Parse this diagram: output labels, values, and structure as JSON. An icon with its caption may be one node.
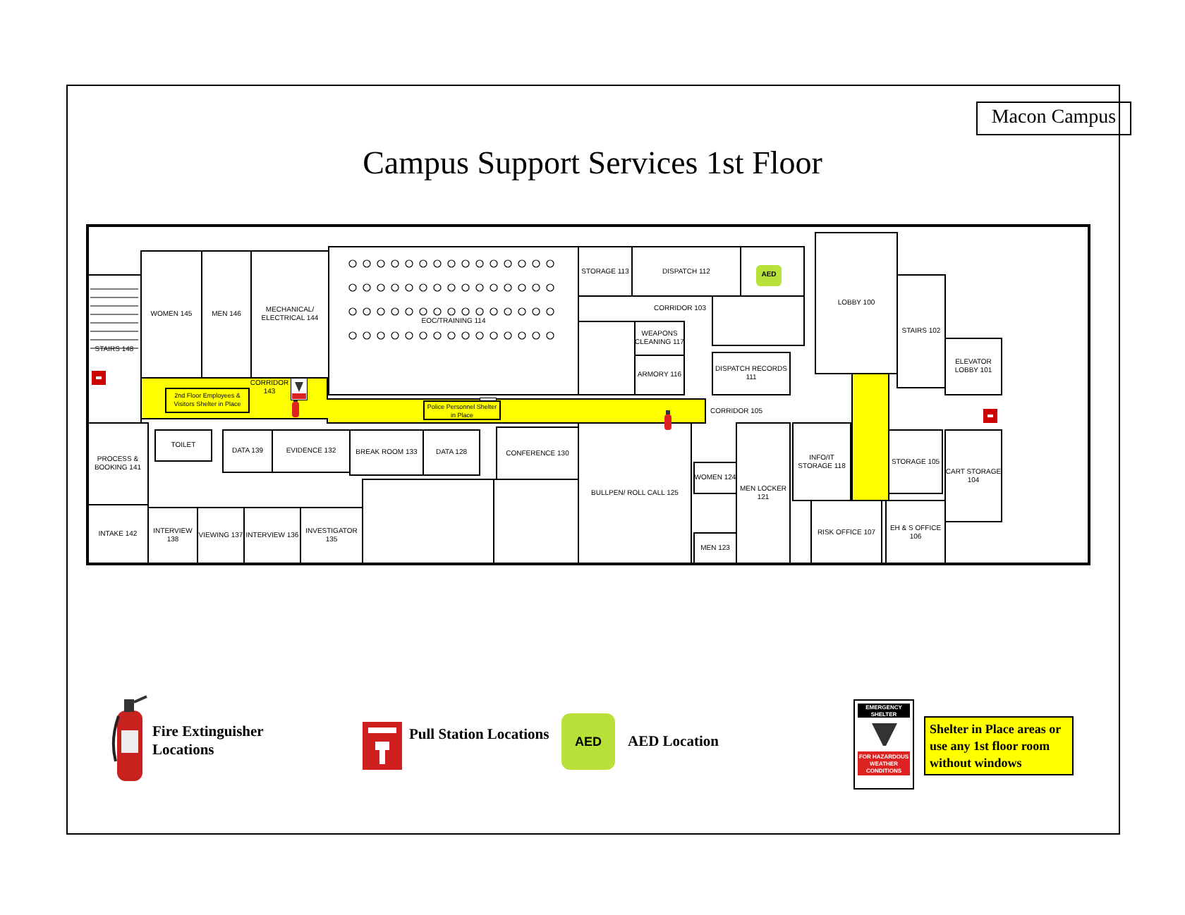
{
  "diagram": {
    "title": "Campus Support Services 1st Floor",
    "labels": [
      "Macon Campus",
      "STAIRS 148",
      "WOMEN 145",
      "MEN 146",
      "MECHANICAL/ ELECTRICAL 144",
      "CORRIDOR 143",
      "EOC/TRAINING 114",
      "STORAGE 113",
      "DISPATCH 112",
      "CORRIDOR 103",
      "ARMORY 116",
      "WEAPONS CLEANING 117",
      "DISPATCH RECORDS 111",
      "LOBBY 100",
      "STAIRS 102",
      "ELEVATOR LOBBY 101",
      "CORRIDOR 105",
      "PROCESS & BOOKING 141",
      "INTAKE 142",
      "TOILET",
      "DATA 139",
      "EVIDENCE 132",
      "BREAK ROOM 133",
      "DATA 128",
      "CONFERENCE 130",
      "INTERVIEW 138",
      "VIEWING 137",
      "INTERVIEW 136",
      "INVESTIGATOR 135",
      "BULLPEN/ ROLL CALL 125",
      "WOMEN 124",
      "MEN 123",
      "MEN LOCKER 121",
      "INFO/IT STORAGE 118",
      "RISK OFFICE 107",
      "STORAGE 105",
      "EH & S OFFICE 106",
      "CART STORAGE 104",
      "2nd Floor Employees & Visitors Shelter in Place",
      "Police Personnel Shelter in Place",
      "AED",
      "AED",
      "EMERGENCY SHELTER",
      "FOR HAZARDOUS WEATHER CONDITIONS"
    ],
    "legend": [
      {
        "text": "Fire Extinguisher Locations"
      },
      {
        "text": "Pull Station Locations"
      },
      {
        "text": "AED Location"
      },
      {
        "text": "Shelter in Place areas or use any 1st floor room without windows",
        "color": "#ffff00"
      }
    ]
  }
}
